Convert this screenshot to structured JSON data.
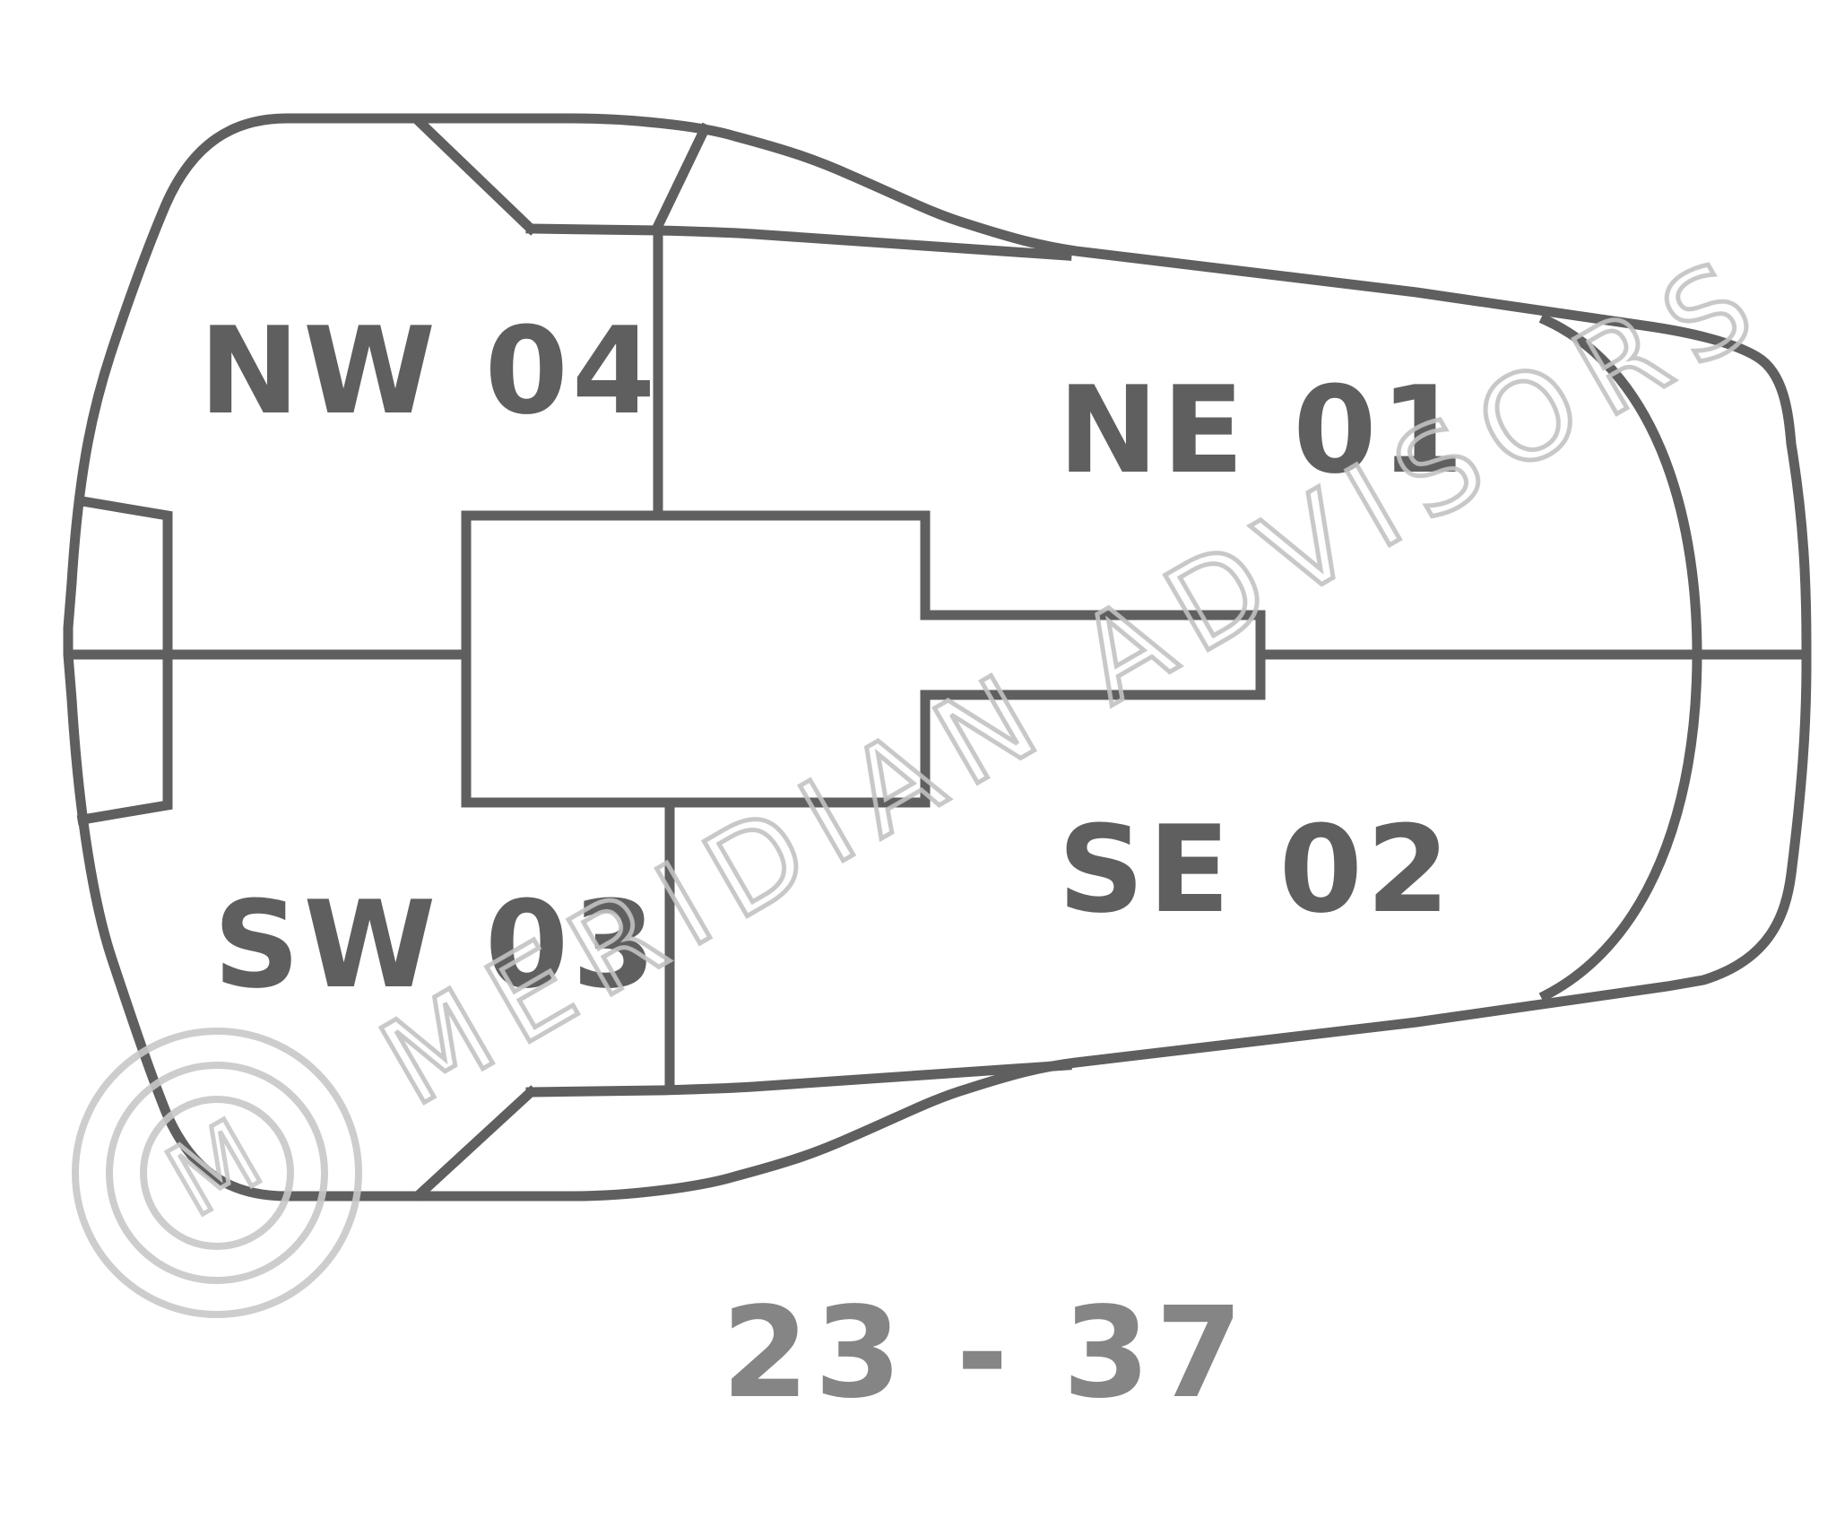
{
  "floor_plan": {
    "units": [
      {
        "id": "nw",
        "label": "NW 04"
      },
      {
        "id": "ne",
        "label": "NE 01"
      },
      {
        "id": "sw",
        "label": "SW 03"
      },
      {
        "id": "se",
        "label": "SE 02"
      }
    ],
    "floor_range": "23 - 37"
  },
  "watermark": {
    "text": "MERIDIAN ADVISORS",
    "logo_letter": "M"
  },
  "colors": {
    "wall": "#5f5f5f",
    "floor_range": "#858585",
    "watermark": "#c2c2c2"
  }
}
